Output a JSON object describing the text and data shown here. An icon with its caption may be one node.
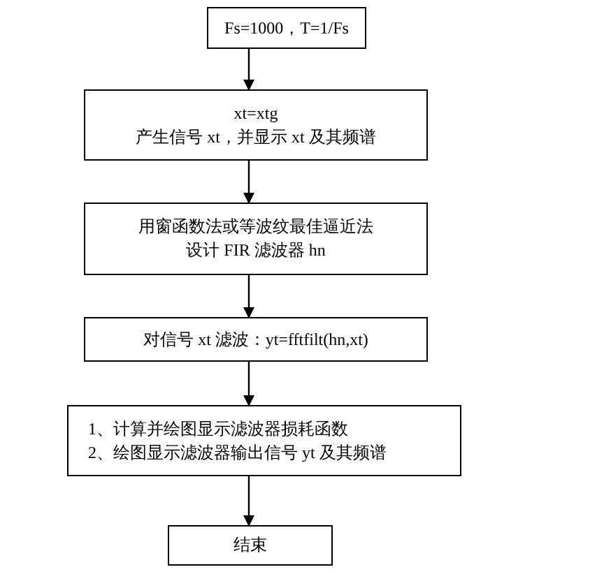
{
  "diagram": {
    "nodes": [
      {
        "text": [
          "Fs=1000，T=1/Fs"
        ]
      },
      {
        "text": [
          "xt=xtg",
          "产生信号 xt，并显示 xt 及其频谱"
        ]
      },
      {
        "text": [
          "用窗函数法或等波纹最佳逼近法",
          "设计 FIR 滤波器 hn"
        ]
      },
      {
        "text": [
          "对信号 xt 滤波：yt=fftfilt(hn,xt)"
        ]
      },
      {
        "text": [
          "1、计算并绘图显示滤波器损耗函数",
          "2、绘图显示滤波器输出信号 yt 及其频谱"
        ]
      },
      {
        "text": [
          "结束"
        ]
      }
    ],
    "edges": [
      {
        "from": 0,
        "to": 1,
        "arrow": "to"
      },
      {
        "from": 1,
        "to": 2,
        "arrow": "to"
      },
      {
        "from": 2,
        "to": 3,
        "arrow": "to"
      },
      {
        "from": 3,
        "to": 4,
        "arrow": "to"
      },
      {
        "from": 4,
        "to": 5,
        "arrow": "to"
      }
    ]
  }
}
